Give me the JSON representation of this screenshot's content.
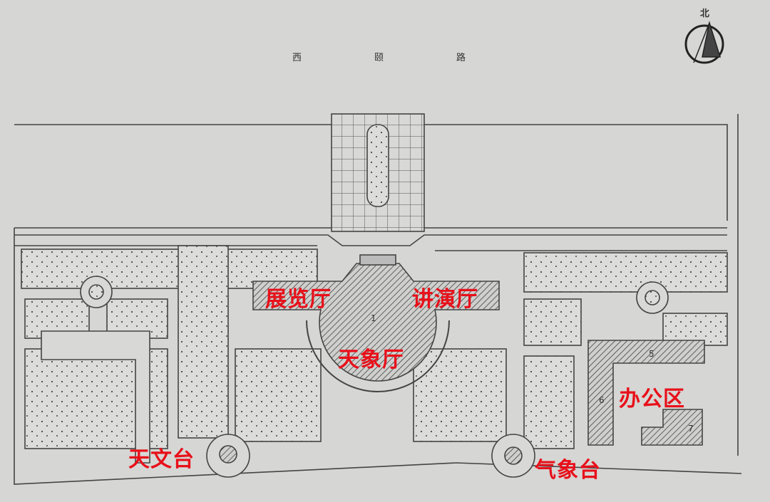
{
  "road": {
    "chars": [
      "西",
      "颐",
      "路"
    ]
  },
  "compass": {
    "label": "北",
    "icon": "north-arrow-icon"
  },
  "labels": {
    "exhibition_hall": "展览厅",
    "lecture_hall": "讲演厅",
    "planetarium_hall": "天象厅",
    "office_area": "办公区",
    "observatory": "天文台",
    "weather_station": "气象台"
  },
  "building_numbers": {
    "main": "1",
    "office_north": "5",
    "office_west": "6",
    "office_south": "7"
  },
  "colors": {
    "label": "#e8101a",
    "paper": "#d6d6d4",
    "ink": "#333333"
  }
}
